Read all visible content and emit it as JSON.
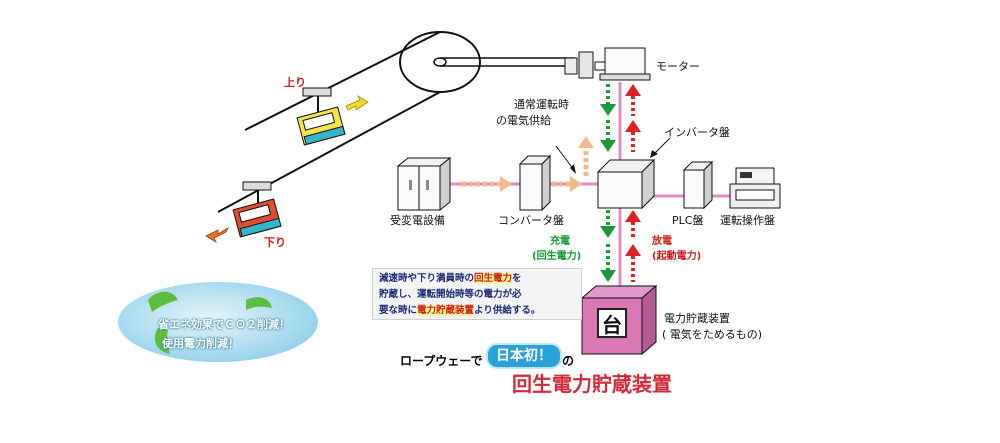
{
  "labels": {
    "up": "上り",
    "down": "下り",
    "motor": "モーター",
    "normal_supply_line1": "通常運転時",
    "normal_supply_line2": "の電気供給",
    "inverter": "インバータ盤",
    "substation": "受変電設備",
    "converter": "コンバータ盤",
    "plc": "PLC盤",
    "operation": "運転操作盤",
    "charge_line1": "充電",
    "charge_line2": "(回生電力)",
    "discharge_line1": "放電",
    "discharge_line2": "(起動電力)",
    "storage_line1": "電力貯蔵装置",
    "storage_line2": "( 電気をためるもの)"
  },
  "note": {
    "part1": "減速時や下り満員時の",
    "part2": "回生電力",
    "part3": "を",
    "part4": "貯蔵し、運転開始時等の電力が必",
    "part5": "要な時に",
    "part6": "電力貯蔵装置",
    "part7": "より供給する。"
  },
  "eco": {
    "line1": "省エネ効果でＣＯ２削減！",
    "line2": "使用電力削減！"
  },
  "title": {
    "prefix": "ロープウェーで",
    "badge": "日本初！",
    "suffix": "の",
    "main": "回生電力貯蔵装置"
  },
  "device_mark": "台",
  "colors": {
    "charge": "#1f9a3a",
    "discharge": "#e02020",
    "supply": "#f5b98a",
    "bus": "#e58ac2",
    "storage": "#d978b5",
    "title": "#d42a38"
  },
  "icons": {
    "up_arrow": "arrow-right-icon",
    "down_arrow": "arrow-left-icon"
  }
}
